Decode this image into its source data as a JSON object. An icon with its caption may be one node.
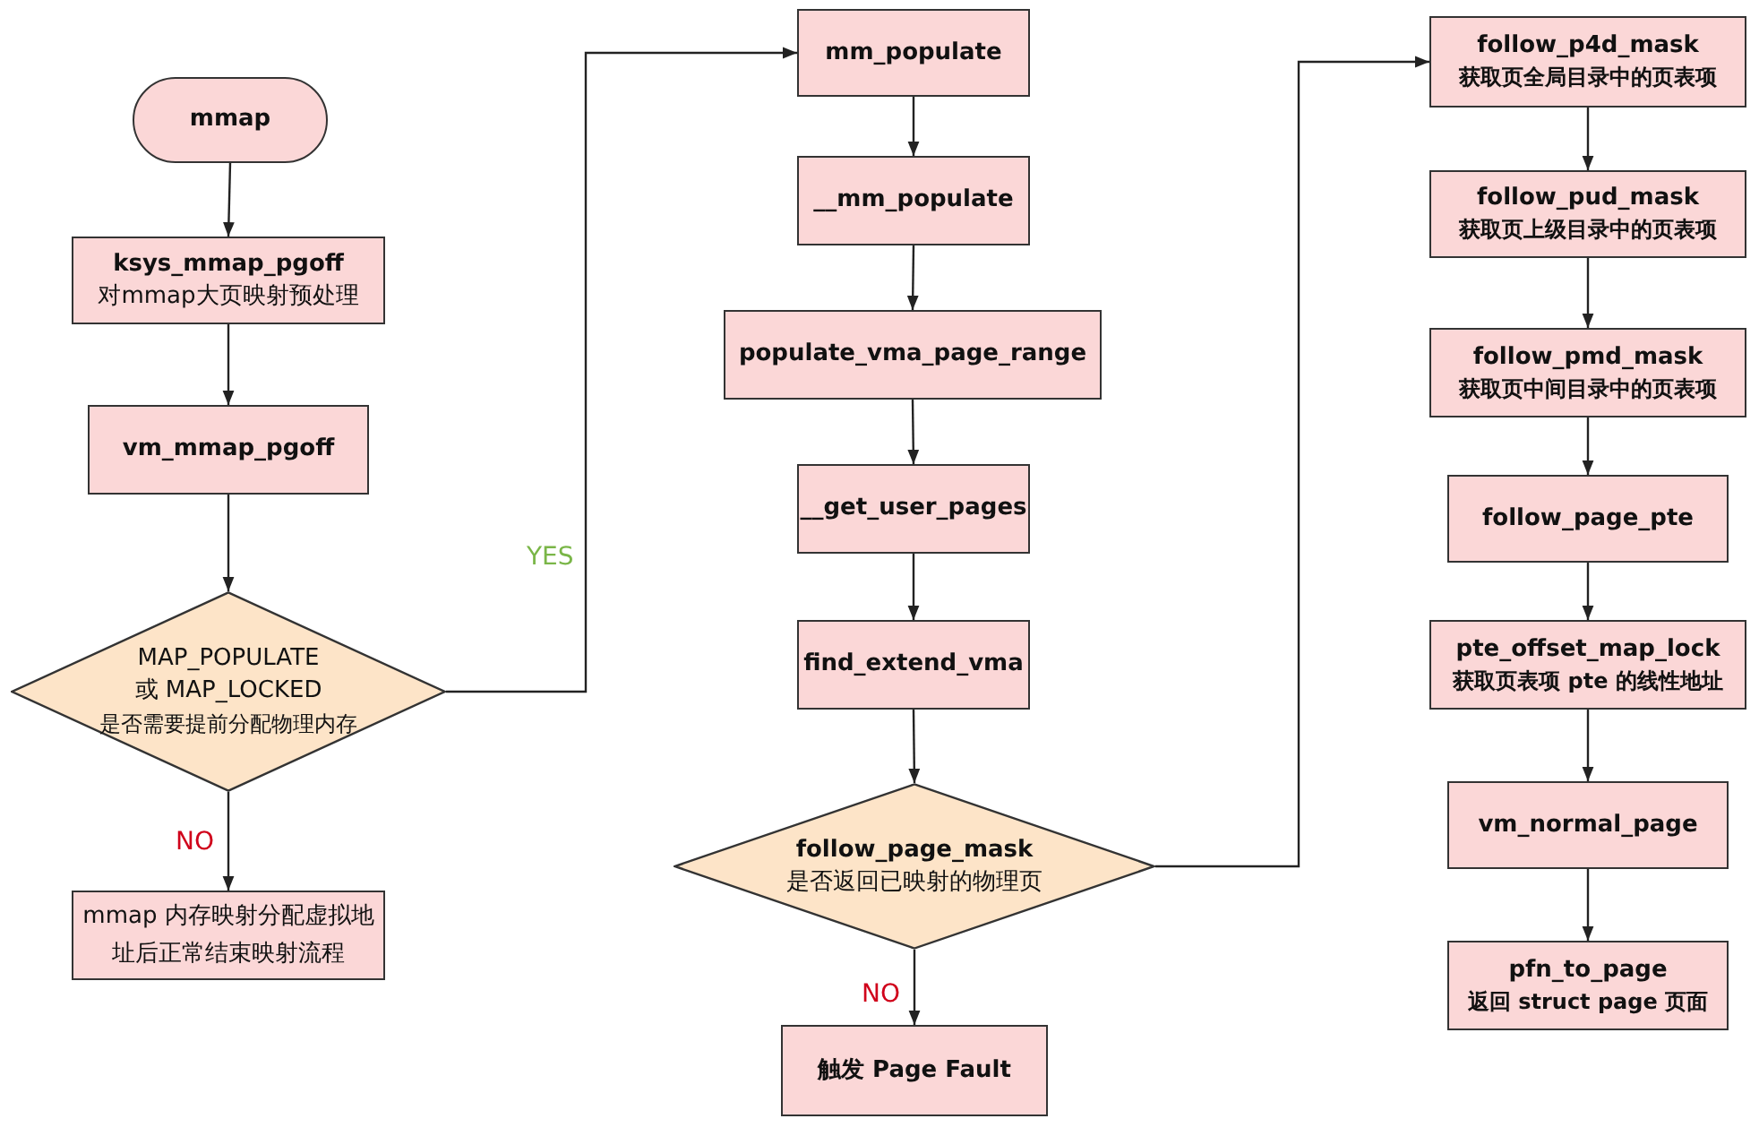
{
  "diagram": {
    "nodes": [
      {
        "text": [
          "mmap"
        ]
      },
      {
        "text": [
          "ksys_mmap_pgoff",
          "对mmap大页映射预处理"
        ]
      },
      {
        "text": [
          "vm_mmap_pgoff"
        ]
      },
      {
        "text": [
          "MAP_POPULATE",
          "或 MAP_LOCKED",
          "是否需要提前分配物理内存"
        ]
      },
      {
        "text": [
          "mmap 内存映射分配虚拟地址后正常结束映射流程"
        ]
      },
      {
        "text": [
          "mm_populate"
        ]
      },
      {
        "text": [
          "__mm_populate"
        ]
      },
      {
        "text": [
          "populate_vma_page_range"
        ]
      },
      {
        "text": [
          "__get_user_pages"
        ]
      },
      {
        "text": [
          "find_extend_vma"
        ]
      },
      {
        "text": [
          "follow_page_mask",
          "是否返回已映射的物理页"
        ]
      },
      {
        "text": [
          "触发 Page Fault"
        ]
      },
      {
        "text": [
          "follow_p4d_mask",
          "获取页全局目录中的页表项"
        ]
      },
      {
        "text": [
          "follow_pud_mask",
          "获取页上级目录中的页表项"
        ]
      },
      {
        "text": [
          "follow_pmd_mask",
          "获取页中间目录中的页表项"
        ]
      },
      {
        "text": [
          "follow_page_pte"
        ]
      },
      {
        "text": [
          "pte_offset_map_lock",
          "获取页表项 pte 的线性地址"
        ]
      },
      {
        "text": [
          "vm_normal_page"
        ]
      },
      {
        "text": [
          "pfn_to_page",
          "返回 struct page 页面"
        ]
      }
    ],
    "edges": [
      {
        "from": 0,
        "to": 1,
        "arrow": "to"
      },
      {
        "from": 1,
        "to": 2,
        "arrow": "to"
      },
      {
        "from": 2,
        "to": 3,
        "arrow": "to"
      },
      {
        "from": 3,
        "to": 4,
        "arrow": "to",
        "label": "NO"
      },
      {
        "from": 3,
        "to": 5,
        "arrow": "to",
        "label": "YES"
      },
      {
        "from": 5,
        "to": 6,
        "arrow": "to"
      },
      {
        "from": 6,
        "to": 7,
        "arrow": "to"
      },
      {
        "from": 7,
        "to": 8,
        "arrow": "to"
      },
      {
        "from": 8,
        "to": 9,
        "arrow": "to"
      },
      {
        "from": 9,
        "to": 10,
        "arrow": "to"
      },
      {
        "from": 10,
        "to": 11,
        "arrow": "to",
        "label": "NO"
      },
      {
        "from": 10,
        "to": 12,
        "arrow": "to"
      },
      {
        "from": 12,
        "to": 13,
        "arrow": "to"
      },
      {
        "from": 13,
        "to": 14,
        "arrow": "to"
      },
      {
        "from": 14,
        "to": 15,
        "arrow": "to"
      },
      {
        "from": 15,
        "to": 16,
        "arrow": "to"
      },
      {
        "from": 16,
        "to": 17,
        "arrow": "to"
      },
      {
        "from": 17,
        "to": 18,
        "arrow": "to"
      }
    ]
  }
}
